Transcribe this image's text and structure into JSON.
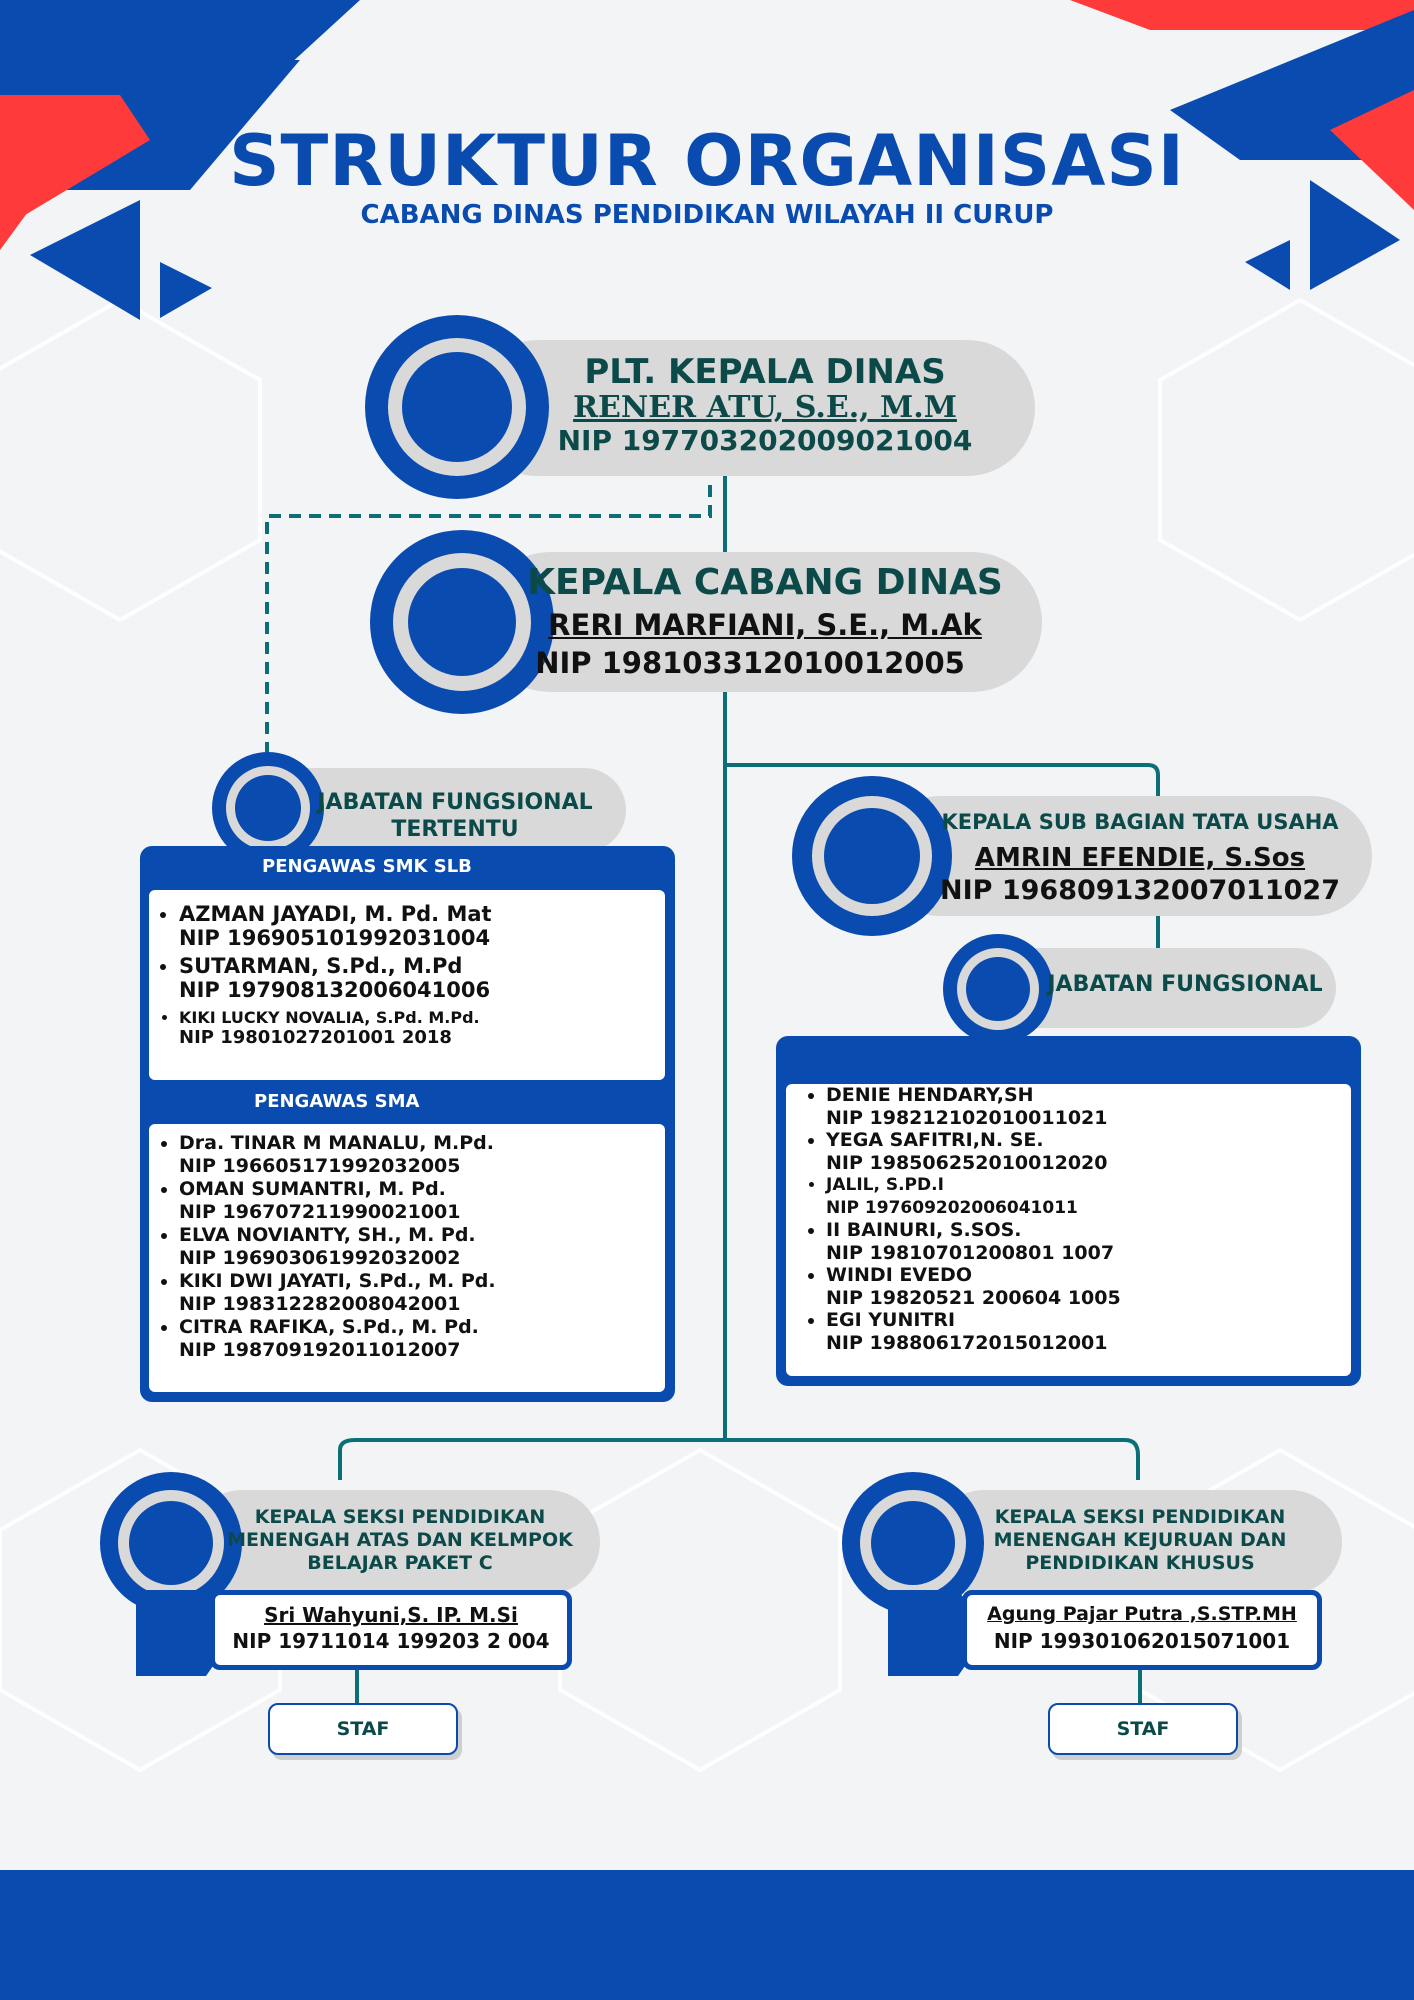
{
  "header": {
    "title": "STRUKTUR ORGANISASI",
    "subtitle": "CABANG DINAS PENDIDIKAN WILAYAH II CURUP"
  },
  "colors": {
    "brand_blue": "#0a4bb0",
    "accent_red": "#ff3a3a",
    "teal_line": "#0c6f78",
    "pill_gray": "#d9d9d9"
  },
  "plt_kepala": {
    "role": "PLT. KEPALA DINAS",
    "name": "RENER ATU, S.E., M.M",
    "nip": "NIP 197703202009021004"
  },
  "kepala_cabang": {
    "role": "KEPALA CABANG DINAS",
    "name": "RERI MARFIANI, S.E., M.Ak",
    "nip": "NIP 198103312010012005"
  },
  "jft": {
    "role_line1": "JABATAN FUNGSIONAL",
    "role_line2": "TERTENTU",
    "group1_title": "PENGAWAS SMK SLB",
    "group1": [
      {
        "name": "AZMAN JAYADI, M. Pd. Mat",
        "nip": "NIP 196905101992031004"
      },
      {
        "name": "SUTARMAN, S.Pd., M.Pd",
        "nip": "NIP 197908132006041006"
      },
      {
        "name": "KIKI LUCKY NOVALIA, S.Pd. M.Pd.",
        "nip": "NIP 19801027201001 2018"
      }
    ],
    "group2_title": "PENGAWAS SMA",
    "group2": [
      {
        "name": "Dra. TINAR M MANALU, M.Pd.",
        "nip": "NIP 196605171992032005"
      },
      {
        "name": "OMAN SUMANTRI, M. Pd.",
        "nip": "NIP 196707211990021001"
      },
      {
        "name": "ELVA NOVIANTY, SH., M. Pd.",
        "nip": "NIP 196903061992032002"
      },
      {
        "name": "KIKI DWI JAYATI, S.Pd., M. Pd.",
        "nip": "NIP 198312282008042001"
      },
      {
        "name": "CITRA RAFIKA, S.Pd., M. Pd.",
        "nip": "NIP 198709192011012007"
      }
    ]
  },
  "tata_usaha": {
    "role": "KEPALA SUB BAGIAN TATA USAHA",
    "name": "AMRIN EFENDIE, S.Sos",
    "nip": "NIP 196809132007011027"
  },
  "jf": {
    "role": "JABATAN FUNGSIONAL",
    "members": [
      {
        "name": "DENIE HENDARY,SH",
        "nip": "NIP 198212102010011021"
      },
      {
        "name": "YEGA SAFITRI,N. SE.",
        "nip": "NIP 198506252010012020"
      },
      {
        "name": "JALIL, S.PD.I",
        "nip": "NIP 197609202006041011"
      },
      {
        "name": "II BAINURI, S.SOS.",
        "nip": "NIP 19810701200801 1007"
      },
      {
        "name": "WINDI EVEDO",
        "nip": "NIP 19820521 200604 1005"
      },
      {
        "name": "EGI YUNITRI",
        "nip": "NIP 198806172015012001"
      }
    ]
  },
  "seksi_sma": {
    "role_line1": "KEPALA SEKSI  PENDIDIKAN",
    "role_line2": "MENENGAH ATAS DAN KELMPOK",
    "role_line3": "BELAJAR PAKET C",
    "name": "Sri Wahyuni,S. IP. M.Si",
    "nip": "NIP 19711014 199203 2 004",
    "staf": "STAF"
  },
  "seksi_smk": {
    "role_line1": "KEPALA SEKSI  PENDIDIKAN",
    "role_line2": "MENENGAH KEJURUAN DAN",
    "role_line3": "PENDIDIKAN KHUSUS",
    "name": "Agung Pajar Putra ,S.STP.MH",
    "nip": "NIP 199301062015071001",
    "staf": "STAF"
  }
}
